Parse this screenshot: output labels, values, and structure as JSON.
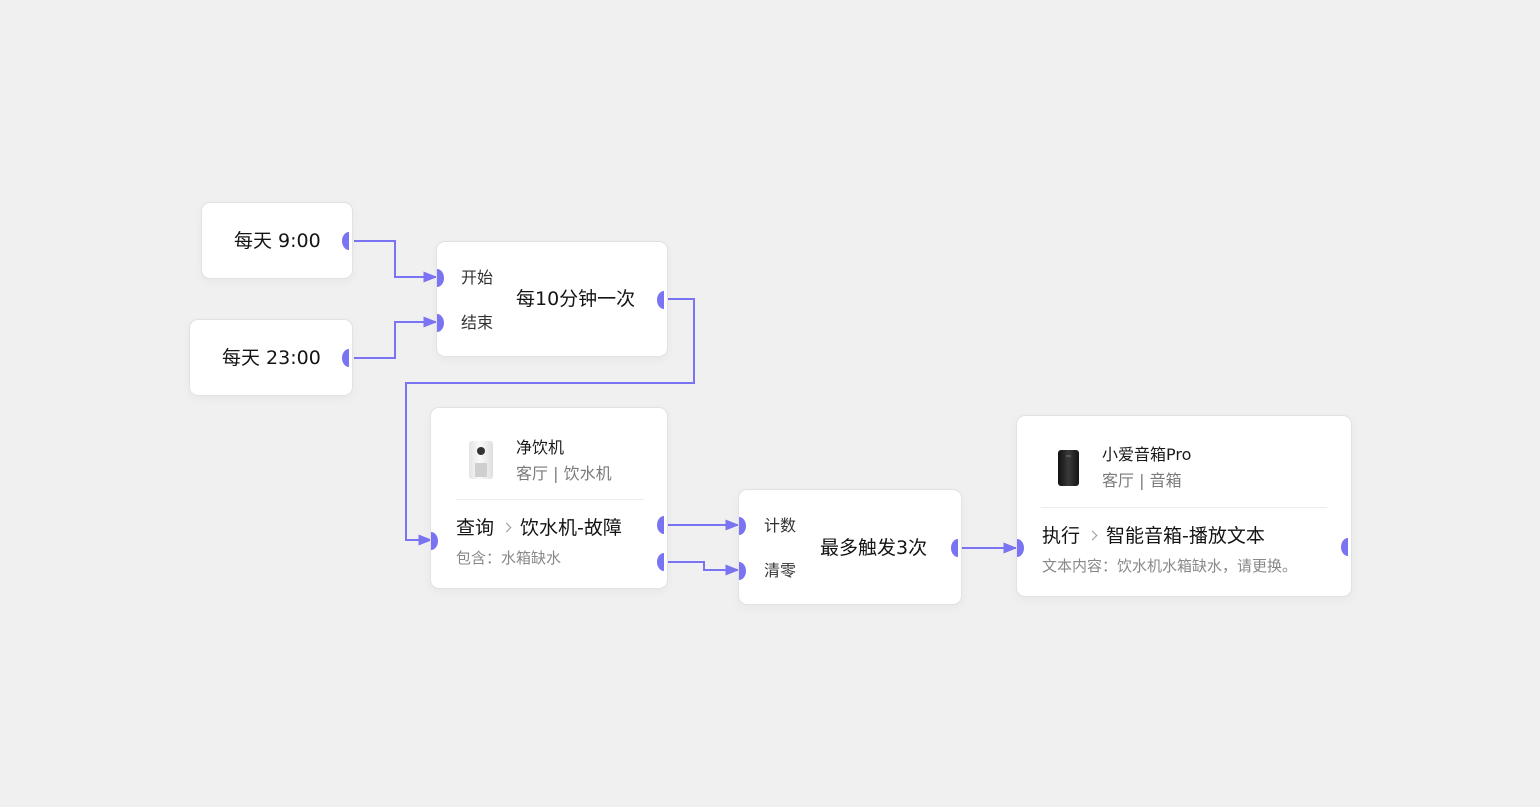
{
  "timers": {
    "morning": "每天 9:00",
    "night": "每天 23:00"
  },
  "interval_node": {
    "start_label": "开始",
    "end_label": "结束",
    "title": "每10分钟一次"
  },
  "device_node": {
    "name": "净饮机",
    "location": "客厅 | 饮水机",
    "action_type": "查询",
    "action": "饮水机-故障",
    "condition": "包含：水箱缺水",
    "icon": "water-purifier-icon"
  },
  "limit_node": {
    "count_label": "计数",
    "reset_label": "清零",
    "title": "最多触发3次"
  },
  "speaker_node": {
    "name": "小爱音箱Pro",
    "location": "客厅 | 音箱",
    "action_type": "执行",
    "action": "智能音箱-播放文本",
    "content": "文本内容：饮水机水箱缺水，请更换。",
    "icon": "smart-speaker-icon"
  },
  "colors": {
    "accent": "#7b74f2",
    "background": "#f0f0f0",
    "card": "#ffffff"
  }
}
